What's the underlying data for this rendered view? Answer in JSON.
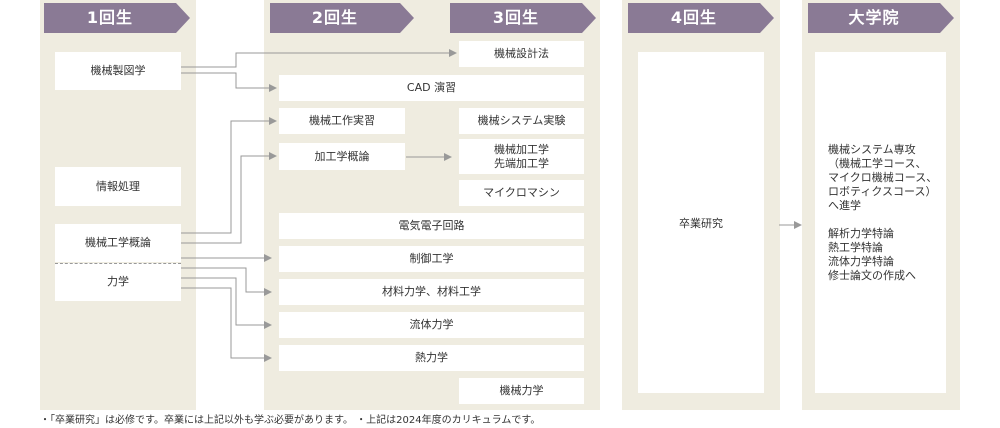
{
  "colors": {
    "header": "#8a7a95",
    "column_bg": "#efece0",
    "box": "#ffffff",
    "arrow": "#999999"
  },
  "headers": {
    "y1": "1回生",
    "y2": "2回生",
    "y3": "3回生",
    "y4": "4回生",
    "grad": "大学院"
  },
  "courses": {
    "kikai_seizu": "機械製図学",
    "joho_shori": "情報処理",
    "kikai_kogaku_gairon": "機械工学概論",
    "rikigaku": "力学",
    "cad_enshu": "CAD 演習",
    "kikai_kosaku_jisshu": "機械工作実習",
    "kako_gaku_gairon": "加工学概論",
    "denki_denshi_kairo": "電気電子回路",
    "seigyo_kogaku": "制御工学",
    "zairyo": "材料力学、材料工学",
    "ryutai_rikigaku": "流体力学",
    "netsu_rikigaku": "熱力学",
    "kikai_sekkei_ho": "機械設計法",
    "kikai_system_jikken": "機械システム実験",
    "kikai_kako_line1": "機械加工学",
    "kikai_kako_line2": "先端加工学",
    "micro_machine": "マイクロマシン",
    "kikai_rikigaku": "機械力学",
    "sotsugyo_kenkyu": "卒業研究"
  },
  "graduate": {
    "lines": [
      "機械システム専攻",
      "（機械工学コース、",
      "マイクロ機械コース、",
      "ロボティクスコース）",
      "へ進学",
      "",
      "解析力学特論",
      "熱工学特論",
      "流体力学特論",
      "修士論文の作成へ"
    ]
  },
  "footnote": "・「卒業研究」は必修です。卒業には上記以外も学ぶ必要があります。 ・上記は2024年度のカリキュラムです。"
}
